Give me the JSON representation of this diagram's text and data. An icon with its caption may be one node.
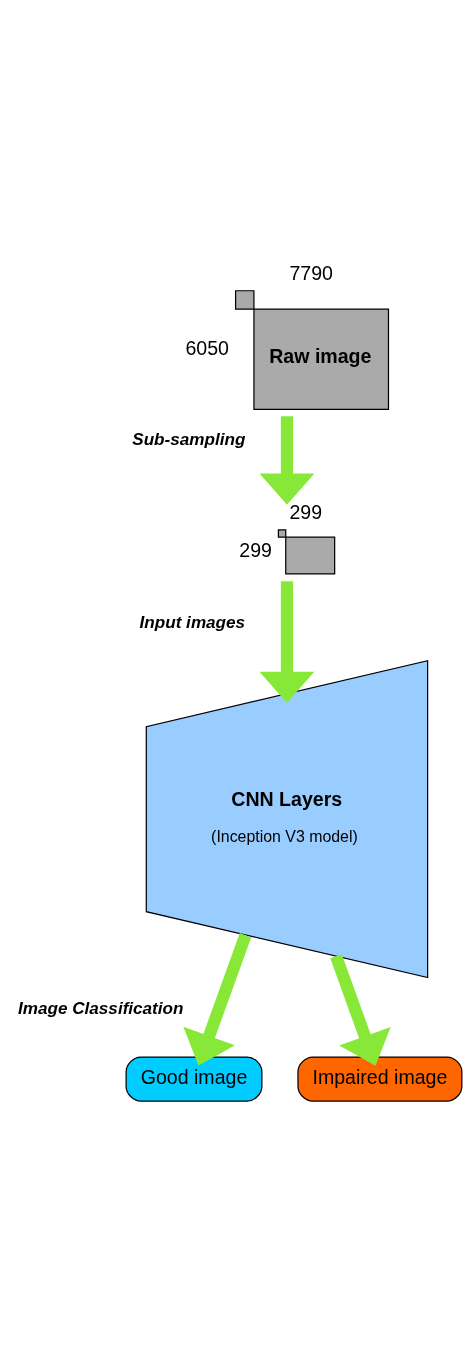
{
  "diagram": {
    "nodes": [
      {
        "text": [
          "Raw image"
        ],
        "beside": [
          "7790",
          "6050"
        ]
      },
      {
        "text": [],
        "shape": "box",
        "beside": [
          "299",
          "299"
        ]
      },
      {
        "text": [
          "CNN Layers",
          "(Inception V3 model)"
        ]
      },
      {
        "text": [
          "Good image"
        ]
      },
      {
        "text": [
          "Impaired image"
        ]
      }
    ],
    "edges": [
      {
        "from": 0,
        "to": 1,
        "arrow": "to",
        "label": "Sub-sampling"
      },
      {
        "from": 1,
        "to": 2,
        "arrow": "to",
        "label": "Input images"
      },
      {
        "from": 2,
        "to": 3,
        "arrow": "to",
        "label": "Image Classification"
      },
      {
        "from": 2,
        "to": 4,
        "arrow": "to"
      }
    ]
  }
}
